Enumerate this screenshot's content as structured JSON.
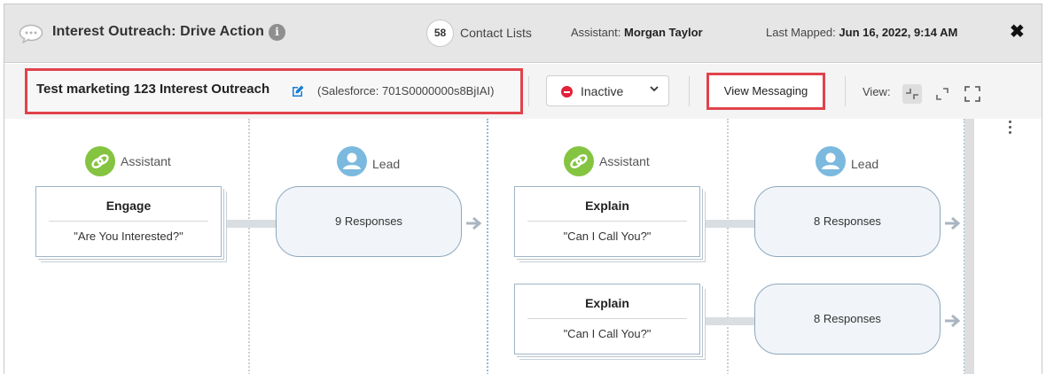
{
  "header": {
    "title": "Interest Outreach: Drive Action",
    "info_icon": "info-icon",
    "contact_count": "58",
    "contact_label": "Contact Lists",
    "assistant_label": "Assistant:",
    "assistant_name": "Morgan Taylor",
    "last_mapped_label": "Last Mapped:",
    "last_mapped_value": "Jun 16, 2022, 9:14 AM",
    "close_glyph": "✖"
  },
  "toolbar": {
    "flow_name": "Test marketing 123 Interest Outreach",
    "salesforce_id": "(Salesforce: 701S0000000s8BjIAI)",
    "status_value": "Inactive",
    "view_messaging_label": "View Messaging",
    "view_label": "View:"
  },
  "canvas": {
    "columns": [
      {
        "role": "Assistant",
        "icon": "assistant-link-icon",
        "color": "#84c441"
      },
      {
        "role": "Lead",
        "icon": "lead-person-icon",
        "color": "#7cb9df"
      },
      {
        "role": "Assistant",
        "icon": "assistant-link-icon",
        "color": "#84c441"
      },
      {
        "role": "Lead",
        "icon": "lead-person-icon",
        "color": "#7cb9df"
      }
    ],
    "steps": [
      {
        "title": "Engage",
        "message": "\"Are You Interested?\"",
        "responses": "9 Responses"
      },
      {
        "title": "Explain",
        "message": "\"Can I Call You?\"",
        "responses": "8 Responses"
      },
      {
        "title": "Explain",
        "message": "\"Can I Call You?\"",
        "responses": "8 Responses"
      }
    ]
  },
  "colors": {
    "highlight_border": "#e0434b",
    "inactive_status": "#e2213a",
    "assistant_green": "#84c441",
    "lead_blue": "#7cb9df",
    "edit_blue": "#1a7fd4"
  }
}
